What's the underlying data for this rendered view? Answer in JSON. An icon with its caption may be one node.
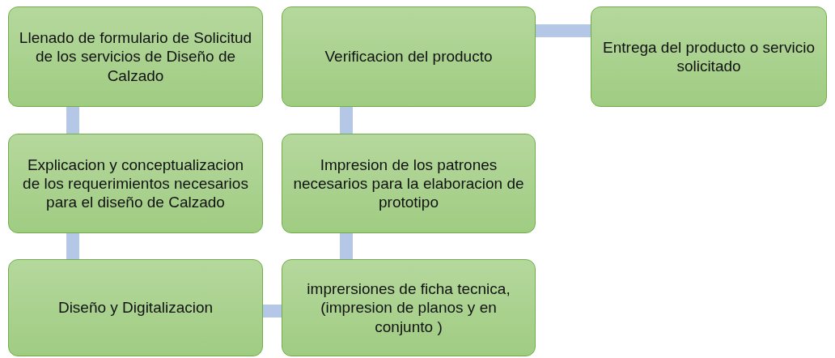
{
  "diagram": {
    "nodes": [
      {
        "text": [
          "Llenado de formulario de Solicitud de los servicios de Diseño de Calzado"
        ]
      },
      {
        "text": [
          "Explicacion y conceptualizacion de los requerimientos necesarios para el diseño de Calzado"
        ]
      },
      {
        "text": [
          "Diseño y Digitalizacion"
        ]
      },
      {
        "text": [
          "Verificacion del producto"
        ]
      },
      {
        "text": [
          "Impresion de los patrones necesarios para la elaboracion de prototipo"
        ]
      },
      {
        "text": [
          "imprersiones de ficha tecnica, (impresion de planos y en conjunto )"
        ]
      },
      {
        "text": [
          "Entrega del producto o servicio solicitado"
        ]
      }
    ],
    "edges": [
      {
        "from": 0,
        "to": 1,
        "arrow": "none"
      },
      {
        "from": 1,
        "to": 2,
        "arrow": "none"
      },
      {
        "from": 2,
        "to": 5,
        "arrow": "none"
      },
      {
        "from": 5,
        "to": 4,
        "arrow": "none"
      },
      {
        "from": 4,
        "to": 3,
        "arrow": "none"
      },
      {
        "from": 3,
        "to": 6,
        "arrow": "none"
      }
    ]
  }
}
